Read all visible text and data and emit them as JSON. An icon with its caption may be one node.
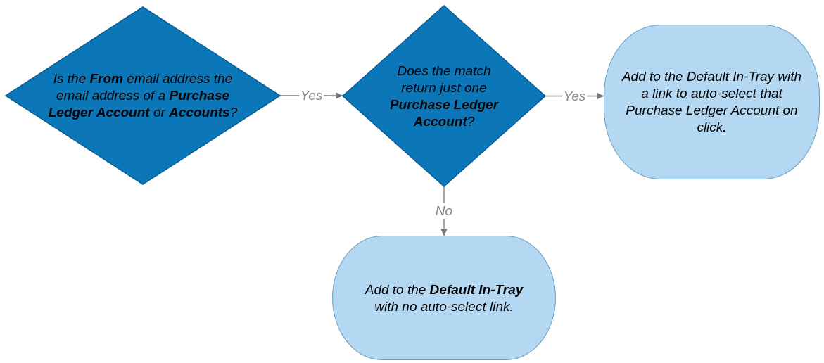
{
  "diagram": {
    "nodes": [
      {
        "text": [
          "Is the **From** email address the email address of a **Purchase Ledger Account** or **Accounts**?"
        ]
      },
      {
        "text": [
          "Does the match return just one **Purchase Ledger Account**?"
        ]
      },
      {
        "text": [
          "Add to the Default In-Tray with a link to auto-select that Purchase Ledger Account on click."
        ]
      },
      {
        "text": [
          "Add to the **Default In-Tray** with no auto-select link."
        ]
      }
    ],
    "edges": [
      {
        "from": 0,
        "to": 1,
        "arrow": "to",
        "label": "Yes"
      },
      {
        "from": 1,
        "to": 2,
        "arrow": "to",
        "label": "Yes"
      },
      {
        "from": 1,
        "to": 3,
        "arrow": "to",
        "label": "No"
      }
    ]
  }
}
